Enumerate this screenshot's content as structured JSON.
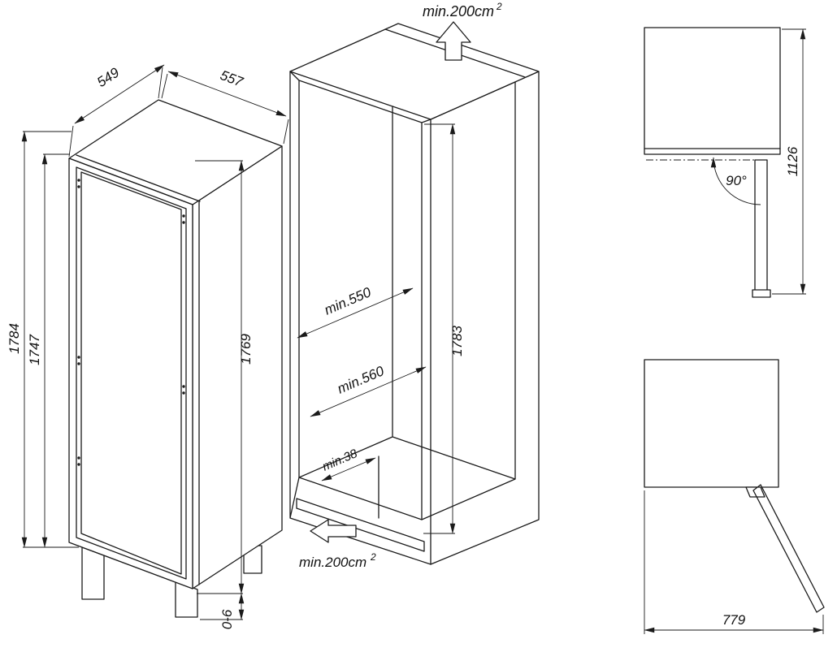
{
  "meta": {
    "drawing_type": "built-in appliance installation dimensions",
    "background_color": "#ffffff",
    "line_color": "#1a1a1a"
  },
  "appliance": {
    "dims": {
      "top_width": "549",
      "top_depth": "557",
      "height_total": "1784",
      "height_rear": "1747",
      "height_front": "1769",
      "feet_adjust": "0-6"
    }
  },
  "niche": {
    "vent_top": {
      "text": "min.200cm",
      "sup": "2"
    },
    "vent_bottom": {
      "text": "min.200cm",
      "sup": "2"
    },
    "depth_min": "min.550",
    "width_min": "min.560",
    "rear_gap_min": "min.38",
    "height": "1783"
  },
  "top_view": {
    "door_angle": "90°",
    "clearance": "1126"
  },
  "side_view": {
    "clearance": "779"
  }
}
